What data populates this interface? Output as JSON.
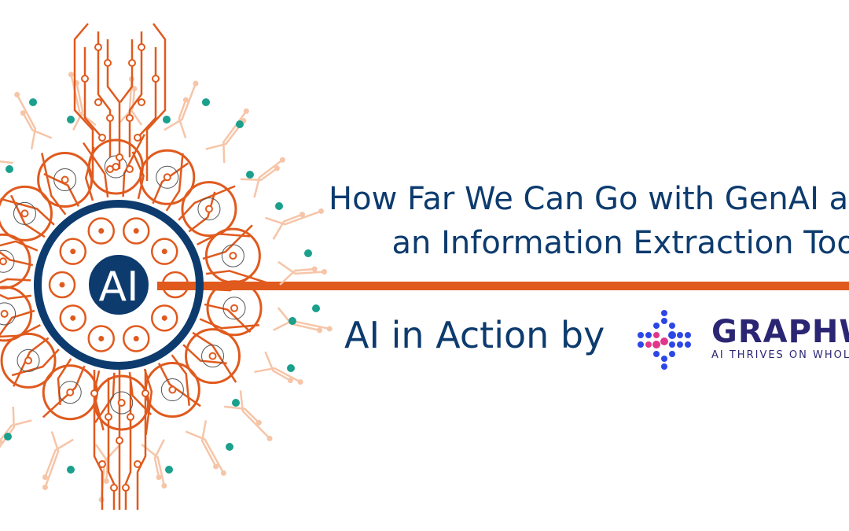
{
  "title_lines": [
    "How Far We Can Go with GenAI as",
    "an Information Extraction Tool"
  ],
  "byline": "AI in Action by",
  "brand": {
    "name": "GRAPHWISE",
    "tagline": "AI THRIVES ON WHOLE DATA"
  },
  "ai_badge": "AI",
  "colors": {
    "orange": "#e05a1e",
    "peach": "#f6c5a8",
    "teal": "#1aa08c",
    "navy": "#0d3b6e",
    "brand_purple": "#2b2673",
    "brand_pink": "#e0378b",
    "brand_blue": "#2d47e6"
  }
}
